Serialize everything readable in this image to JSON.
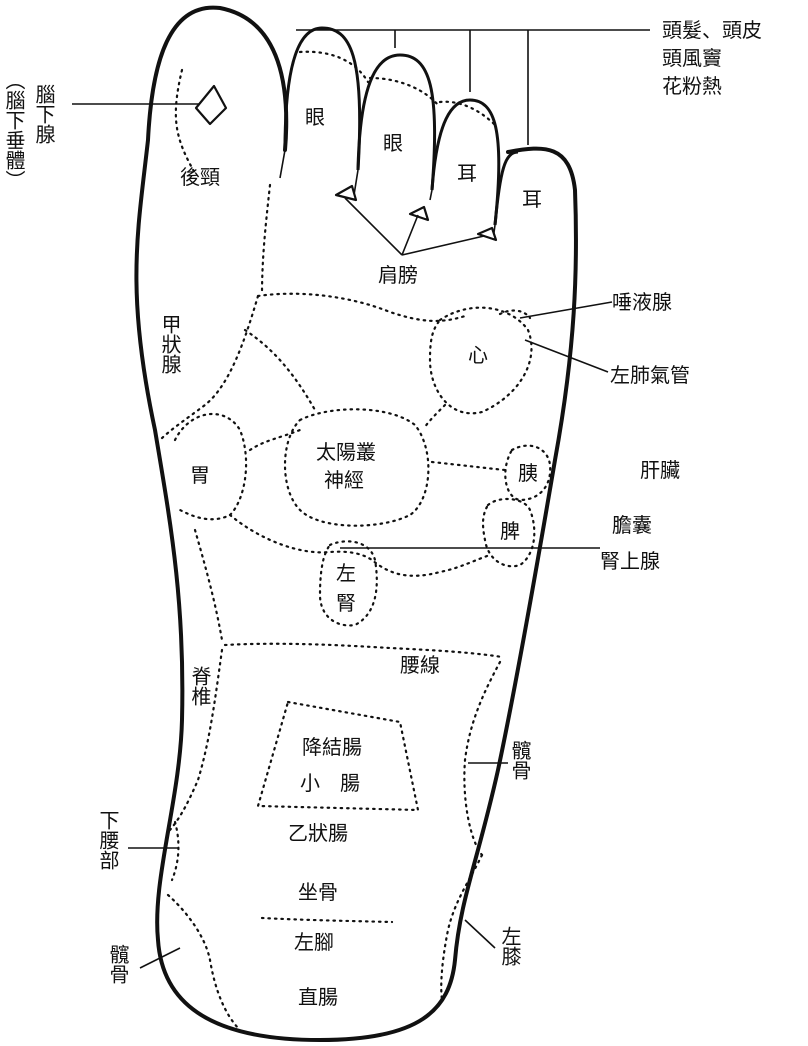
{
  "callouts": {
    "hair_scalp": "頭髮、頭皮",
    "sinus": "頭風竇",
    "hay_fever": "花粉熱",
    "pituitary_main": "腦下腺",
    "pituitary_alt": "（腦下垂體）",
    "saliva_gland": "唾液腺",
    "left_lung": "左肺氣管",
    "liver": "肝臟",
    "gallbladder": "膽囊",
    "adrenal": "腎上腺",
    "hip_right": "髖骨",
    "lower_back": "下腰部",
    "hip_left": "髖骨",
    "left_knee": "左膝"
  },
  "zones": {
    "neck": "後頸",
    "eye1": "眼",
    "eye2": "眼",
    "ear1": "耳",
    "ear2": "耳",
    "shoulder": "肩膀",
    "thyroid": "甲狀腺",
    "heart": "心",
    "stomach": "胃",
    "solar_plexus_1": "太陽叢",
    "solar_plexus_2": "神經",
    "pancreas": "胰",
    "spleen": "脾",
    "left_kidney_1": "左",
    "left_kidney_2": "腎",
    "spine": "脊椎",
    "lumbar_gland": "腰線",
    "colon": "降結腸",
    "small_intestine": "小　腸",
    "sigmoid": "乙狀腸",
    "sciatic": "坐骨",
    "left_foot": "左腳",
    "rectum": "直腸"
  }
}
